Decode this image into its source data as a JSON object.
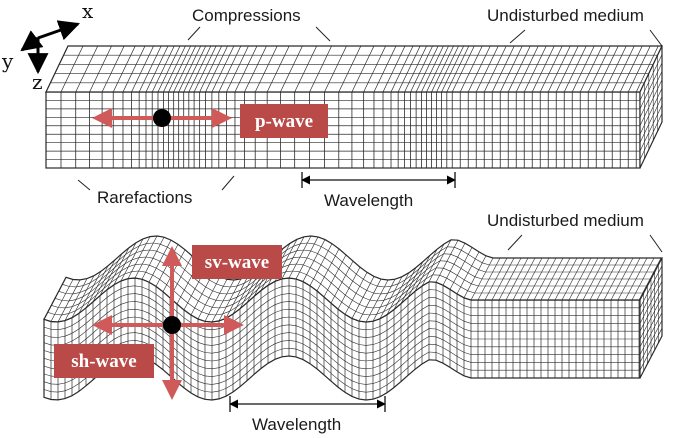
{
  "axes": {
    "x": "x",
    "y": "y",
    "z": "z"
  },
  "top_panel": {
    "compressions": "Compressions",
    "undisturbed": "Undisturbed medium",
    "rarefactions": "Rarefactions",
    "wavelength": "Wavelength",
    "wave_label": "p-wave"
  },
  "bottom_panel": {
    "undisturbed": "Undisturbed medium",
    "wavelength": "Wavelength",
    "sv_label": "sv-wave",
    "sh_label": "sh-wave"
  },
  "colors": {
    "label_box": "#b94a48",
    "arrow": "#d05a5a",
    "grid": "#2a2a2a",
    "particle": "#000000"
  }
}
